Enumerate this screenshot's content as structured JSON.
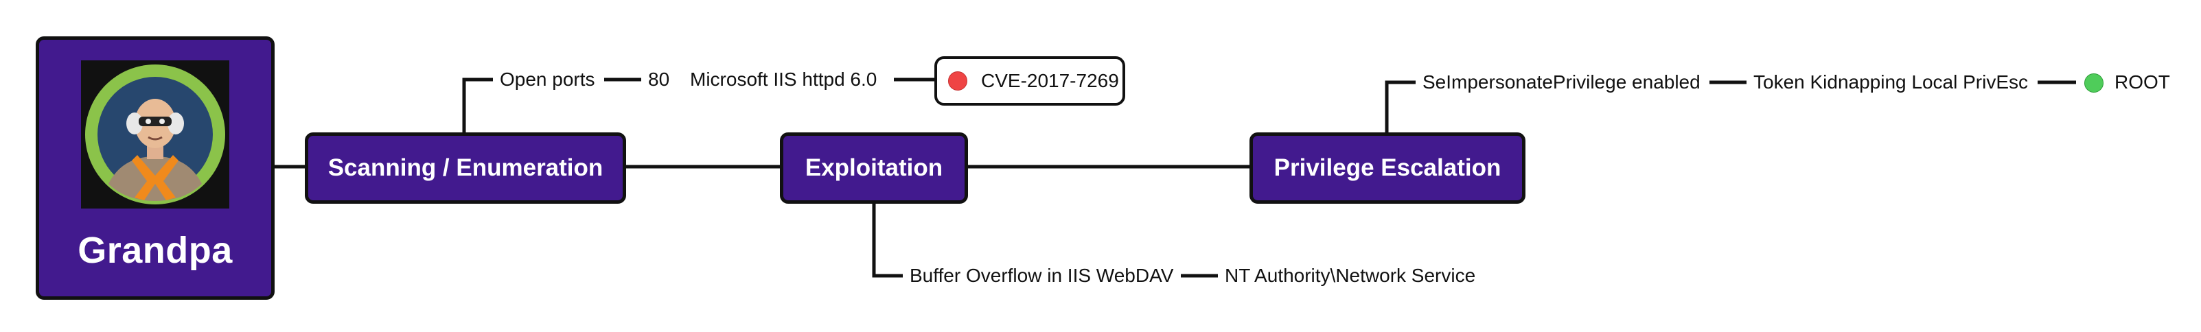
{
  "root": {
    "title": "Grandpa",
    "avatar_icon": "hacker-avatar-icon"
  },
  "phases": {
    "scanning": "Scanning / Enumeration",
    "exploitation": "Exploitation",
    "privesc": "Privilege Escalation"
  },
  "scanning_branch": {
    "open_ports": "Open ports",
    "port": "80",
    "service": "Microsoft IIS httpd 6.0",
    "cve": "CVE-2017-7269",
    "cve_status_color": "#ef4444"
  },
  "exploitation_branch": {
    "vuln": "Buffer Overflow in IIS WebDAV",
    "user": "NT Authority\\Network Service"
  },
  "privesc_branch": {
    "privilege": "SeImpersonatePrivilege enabled",
    "technique": "Token Kidnapping Local PrivEsc",
    "result": "ROOT",
    "result_status_color": "#4fcc5a"
  },
  "colors": {
    "node_fill": "#421a8e",
    "line": "#111111"
  }
}
